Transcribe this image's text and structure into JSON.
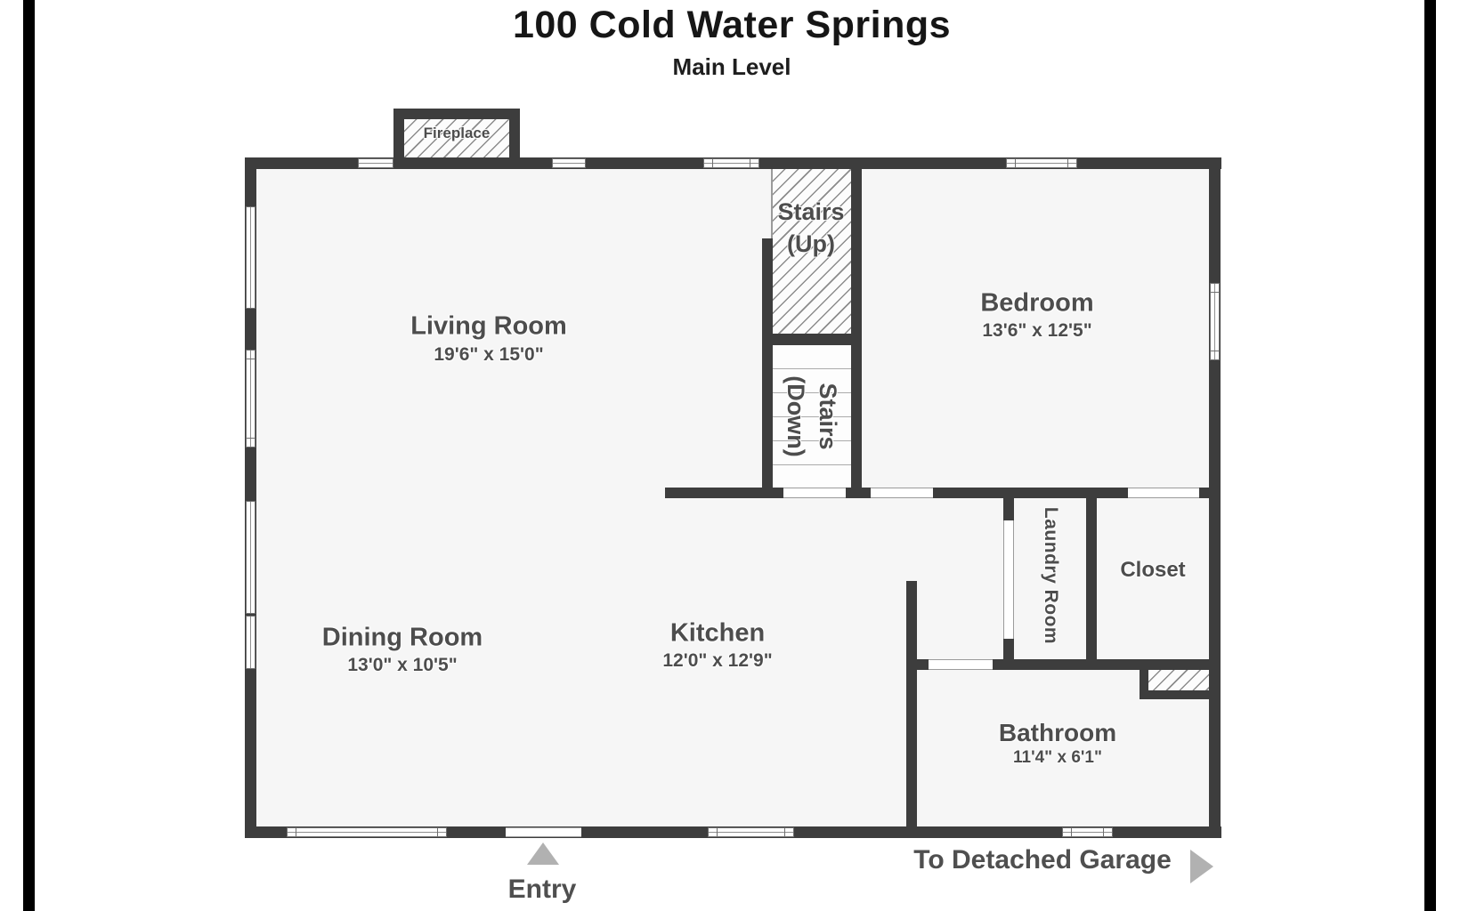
{
  "title": "100 Cold Water Springs",
  "subtitle": "Main Level",
  "colors": {
    "wall": "#3d3d3d",
    "floor": "#f6f6f6",
    "label_text": "#4d4d4d",
    "annotation_text": "#4f4f4f",
    "arrow": "#b1b1b1",
    "edge_stripe": "#000000",
    "hatch_line": "#8c8c8c"
  },
  "rooms": {
    "living": {
      "name": "Living Room",
      "dims": "19'6\" x 15'0\""
    },
    "dining": {
      "name": "Dining Room",
      "dims": "13'0\" x 10'5\""
    },
    "kitchen": {
      "name": "Kitchen",
      "dims": "12'0\" x 12'9\""
    },
    "bedroom": {
      "name": "Bedroom",
      "dims": "13'6\" x 12'5\""
    },
    "bathroom": {
      "name": "Bathroom",
      "dims": "11'4\" x 6'1\""
    }
  },
  "features": {
    "fireplace": {
      "label": "Fireplace"
    },
    "stairs_up": {
      "line1": "Stairs",
      "line2": "(Up)"
    },
    "stairs_down": {
      "line1": "Stairs",
      "line2": "(Down)"
    },
    "laundry": {
      "label": "Laundry Room"
    },
    "closet": {
      "label": "Closet"
    }
  },
  "annotations": {
    "entry": {
      "label": "Entry"
    },
    "garage": {
      "label": "To Detached Garage"
    }
  }
}
